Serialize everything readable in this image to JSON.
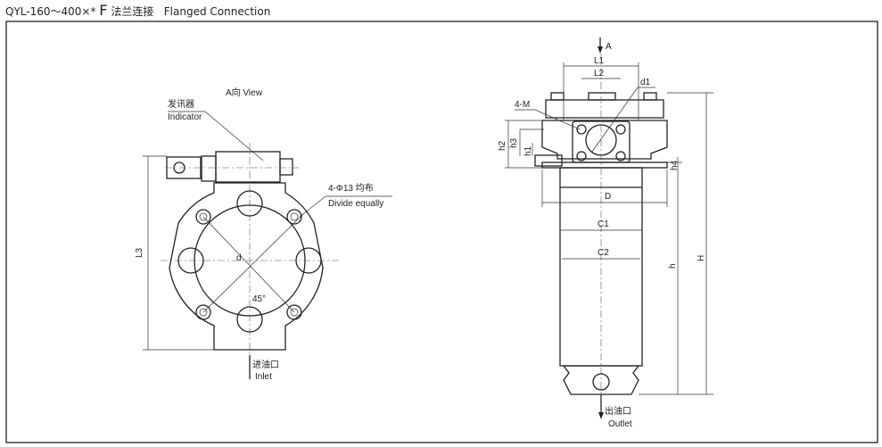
{
  "title": {
    "model": "QYL-160～400×*",
    "code": "F",
    "cn": "法兰连接",
    "en": "Flanged Connection"
  },
  "left_view": {
    "view_label": "A向 View",
    "indicator_cn": "发讯器",
    "indicator_en": "Indicator",
    "holes_label": "4-Φ13 均布",
    "holes_en": "Divide equally",
    "dim_L3": "L3",
    "dim_d": "d",
    "angle": "45°",
    "inlet_cn": "进油口",
    "inlet_en": "Inlet"
  },
  "right_view": {
    "arrow_A": "A",
    "L1": "L1",
    "L2": "L2",
    "d1": "d1",
    "M": "4-M",
    "h1": "h1",
    "h2": "h2",
    "h3": "h3",
    "h4": "h4",
    "D": "D",
    "C1": "C1",
    "C2": "C2",
    "h": "h",
    "H": "H",
    "outlet_cn": "出油口",
    "outlet_en": "Outlet"
  }
}
